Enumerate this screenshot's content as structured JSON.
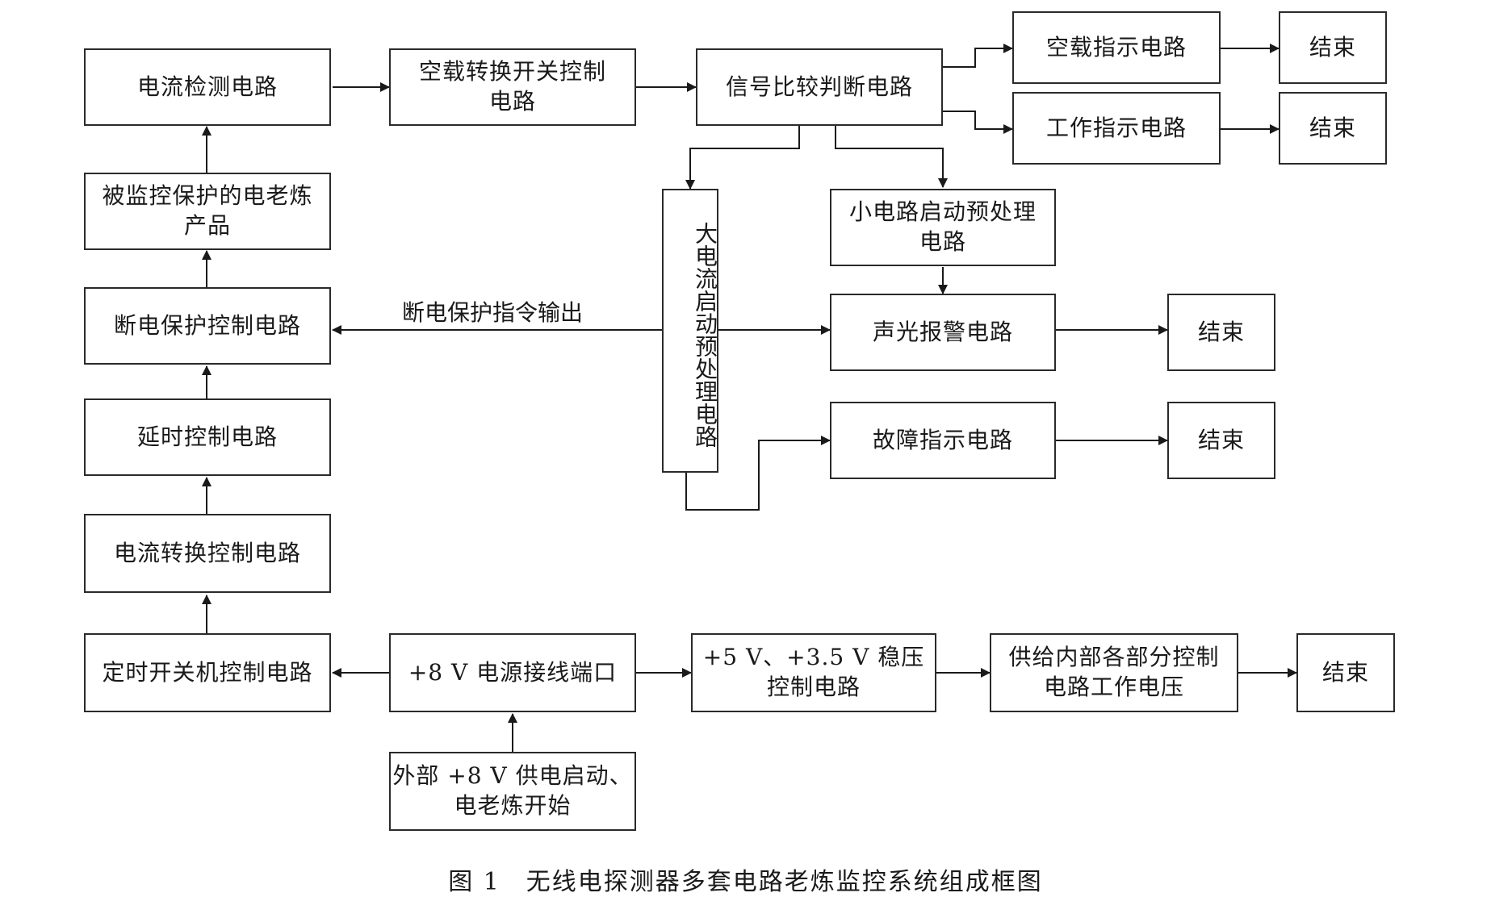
{
  "boxes": {
    "current_detect": "电流检测电路",
    "idle_switch": "空载转换开关控制\n电路",
    "signal_compare": "信号比较判断电路",
    "idle_indicator": "空载指示电路",
    "work_indicator": "工作指示电路",
    "end_1": "结束",
    "end_2": "结束",
    "product": "被监控保护的电老炼\n产品",
    "large_current_pre": "大电流启动预处理电路",
    "small_circuit_pre": "小电路启动预处理\n电路",
    "power_off_protect": "断电保护控制电路",
    "alarm": "声光报警电路",
    "end_3": "结束",
    "delay_control": "延时控制电路",
    "fault_indicator": "故障指示电路",
    "end_4": "结束",
    "current_convert": "电流转换控制电路",
    "timer_switch": "定时开关机控制电路",
    "power_port": "+8 V 电源接线端口",
    "regulator": "+5 V、+3.5 V 稳压\n控制电路",
    "supply_internal": "供给内部各部分控制\n电路工作电压",
    "end_5": "结束",
    "external_power": "外部 +8 V 供电启动、\n电老炼开始"
  },
  "labels": {
    "power_off_command": "断电保护指令输出"
  },
  "caption": "图 1　无线电探测器多套电路老炼监控系统组成框图"
}
